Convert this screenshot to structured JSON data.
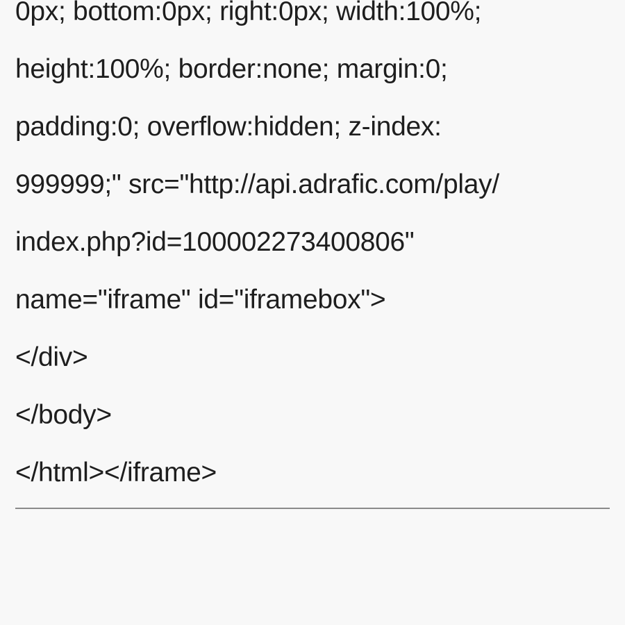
{
  "code_lines": [
    "0px; bottom:0px; right:0px; width:100%;",
    "height:100%; border:none; margin:0;",
    "padding:0; overflow:hidden; z-index:",
    "999999;\" src=\"http://api.adrafic.com/play/",
    "index.php?id=100002273400806\"",
    "name=\"iframe\" id=\"iframebox\">",
    "</div>",
    "</body>",
    "</html></iframe>"
  ]
}
